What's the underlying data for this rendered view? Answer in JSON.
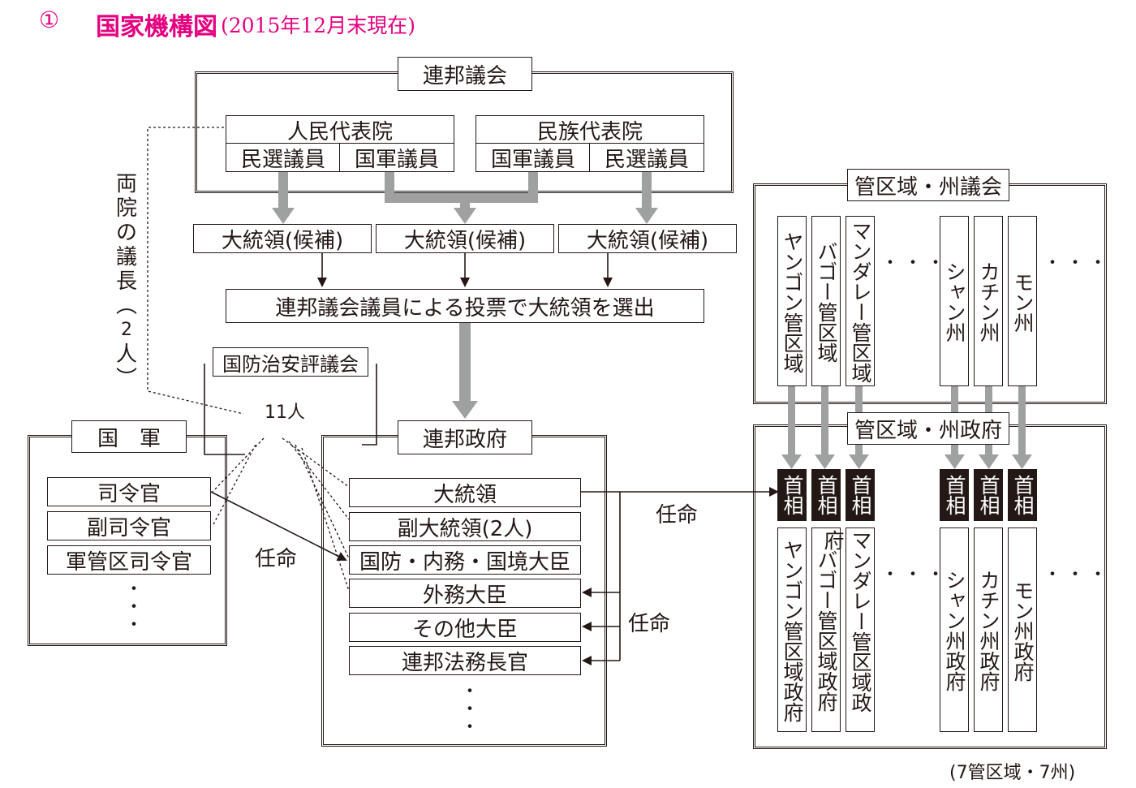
{
  "title": {
    "number": "①",
    "text": "国家機構図",
    "date": "(2015年12月末現在)",
    "color": "#e4007f"
  },
  "parliament": {
    "label": "連邦議会",
    "lower_house": {
      "name": "人民代表院",
      "elected": "民選議員",
      "military": "国軍議員"
    },
    "upper_house": {
      "name": "民族代表院",
      "military": "国軍議員",
      "elected": "民選議員"
    }
  },
  "candidates": [
    "大統領(候補)",
    "大統領(候補)",
    "大統領(候補)"
  ],
  "election": "連邦議会議員による投票で大統領を選出",
  "speakers_note": [
    "両",
    "院",
    "の",
    "議",
    "長",
    "︵",
    "2",
    "人",
    "︶"
  ],
  "security_council": {
    "name": "国防治安評議会",
    "members": "11人"
  },
  "military": {
    "label": "国　軍",
    "positions": [
      "司令官",
      "副司令官",
      "軍管区司令官"
    ]
  },
  "union_government": {
    "label": "連邦政府",
    "positions": [
      "大統領",
      "副大統領(2人)",
      "国防・内務・国境大臣",
      "外務大臣",
      "その他大臣",
      "連邦法務長官"
    ]
  },
  "appointment_labels": {
    "to_chief_ministers": "任命",
    "by_commander": "任命",
    "to_ministers": "任命"
  },
  "regional_assemblies": {
    "label": "管区域・州議会",
    "members": [
      "ヤンゴン管区域",
      "バゴー管区域",
      "マンダレー管区域",
      "シャン州",
      "カチン州",
      "モン州"
    ],
    "ellipsis": "・・・"
  },
  "regional_governments": {
    "label": "管区域・州政府",
    "chief_minister": "首相",
    "members": [
      "ヤンゴン管区域政府",
      "バゴー管区域政府",
      "マンダレー管区域政府",
      "シャン州政府",
      "カチン州政府",
      "モン州政府"
    ],
    "ellipsis": "・・・"
  },
  "footnote": "(7管区域・7州)",
  "colors": {
    "gray_arrow": "#9fa0a0",
    "ink": "#231815"
  }
}
